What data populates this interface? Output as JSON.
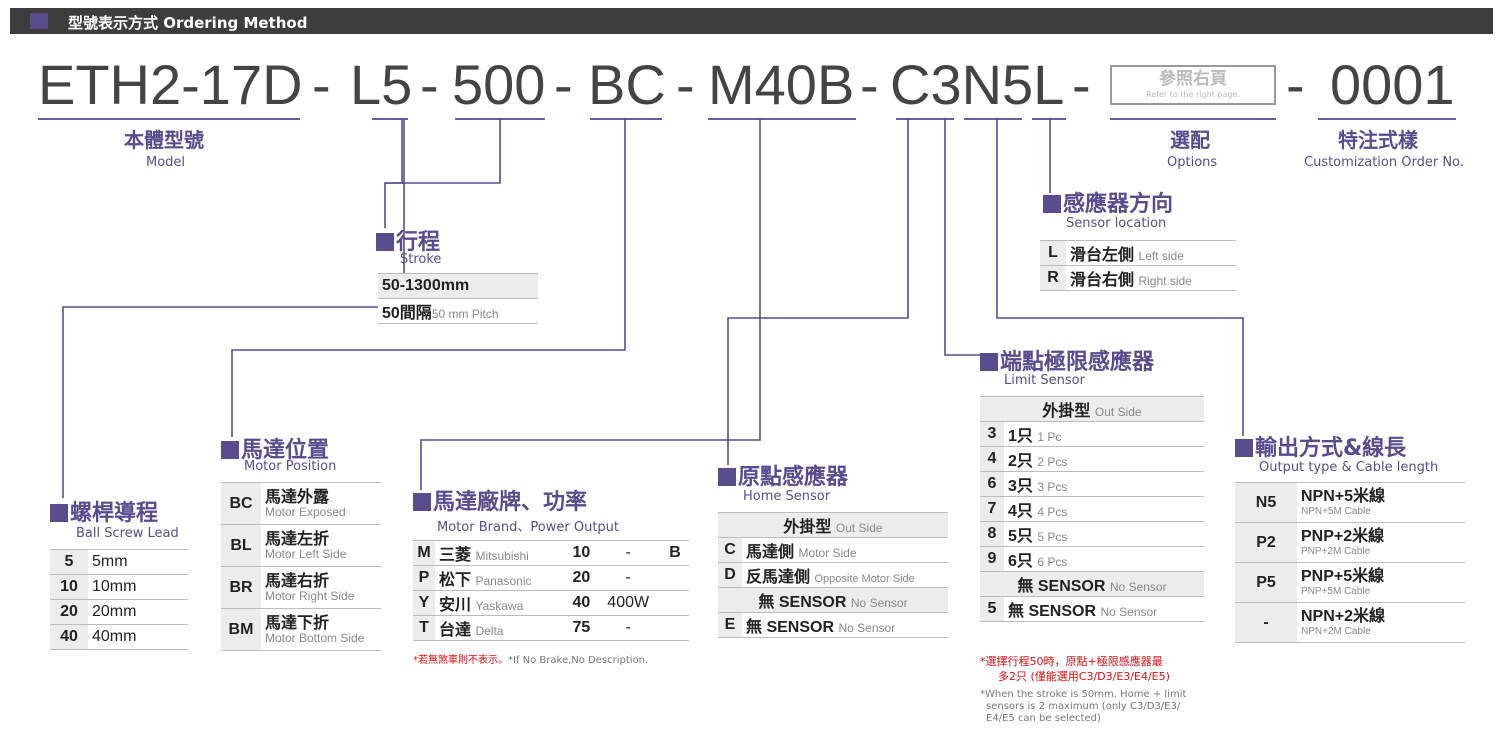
{
  "header": {
    "title": "型號表示方式 Ordering Method"
  },
  "code": {
    "model": "ETH2-17D",
    "dash1": "-",
    "lead": "L5",
    "dash2": "-",
    "stroke": "500",
    "dash3": "-",
    "position": "BC",
    "dash4": "-",
    "motor": "M40B",
    "dash5": "-",
    "sensors": "C3N5L",
    "dash6": "-",
    "dash7": "-",
    "order": "0001"
  },
  "ref_box": {
    "cn": "參照右頁",
    "en": "Refer to the right page."
  },
  "labels": {
    "model_cn": "本體型號",
    "model_en": "Model",
    "options_cn": "選配",
    "options_en": "Options",
    "custom_cn": "特注式樣",
    "custom_en": "Customization Order No."
  },
  "sensor_location": {
    "title": "感應器方向",
    "sub": "Sensor location",
    "rows": [
      {
        "code": "L",
        "cn": "滑台左側",
        "en": "Left side"
      },
      {
        "code": "R",
        "cn": "滑台右側",
        "en": "Right side"
      }
    ]
  },
  "stroke": {
    "title": "行程",
    "sub": "Stroke",
    "range": "50-1300mm",
    "pitch_cn": "50間隔",
    "pitch_en": "50 mm Pitch"
  },
  "limit_sensor": {
    "title": "端點極限感應器",
    "sub": "Limit Sensor",
    "header_cn": "外掛型",
    "header_en": "Out Side",
    "rows": [
      {
        "code": "3",
        "cn": "1只",
        "en": "1 Pc"
      },
      {
        "code": "4",
        "cn": "2只",
        "en": "2 Pcs"
      },
      {
        "code": "6",
        "cn": "3只",
        "en": "3 Pcs"
      },
      {
        "code": "7",
        "cn": "4只",
        "en": "4 Pcs"
      },
      {
        "code": "8",
        "cn": "5只",
        "en": "5 Pcs"
      },
      {
        "code": "9",
        "cn": "6只",
        "en": "6 Pcs"
      }
    ],
    "none_header_cn": "無 SENSOR",
    "none_header_en": "No Sensor",
    "none_code": "5",
    "none_cn": "無 SENSOR",
    "none_en": "No Sensor",
    "note_red_1": "*選擇行程50時，原點+極限感應器最",
    "note_red_2": "多2只 (僅能選用C3/D3/E3/E4/E5)",
    "note_gray_1": "*When the stroke is 50mm, Home + limit",
    "note_gray_2": "sensors is 2 maximum (only C3/D3/E3/",
    "note_gray_3": "E4/E5 can be selected)"
  },
  "motor_position": {
    "title": "馬達位置",
    "sub": "Motor Position",
    "rows": [
      {
        "code": "BC",
        "cn": "馬達外露",
        "en": "Motor Exposed"
      },
      {
        "code": "BL",
        "cn": "馬達左折",
        "en": "Motor Left Side"
      },
      {
        "code": "BR",
        "cn": "馬達右折",
        "en": "Motor Right Side"
      },
      {
        "code": "BM",
        "cn": "馬達下折",
        "en": "Motor Bottom Side"
      }
    ]
  },
  "motor_brand": {
    "title": "馬達廠牌、功率",
    "sub": "Motor Brand、Power Output",
    "rows": [
      {
        "code": "M",
        "cn": "三菱",
        "en": "Mitsubishi",
        "size": "10",
        "power": "-",
        "brake": "B"
      },
      {
        "code": "P",
        "cn": "松下",
        "en": "Panasonic",
        "size": "20",
        "power": "-",
        "brake": ""
      },
      {
        "code": "Y",
        "cn": "安川",
        "en": "Yaskawa",
        "size": "40",
        "power": "400W",
        "brake": ""
      },
      {
        "code": "T",
        "cn": "台達",
        "en": "Delta",
        "size": "75",
        "power": "-",
        "brake": ""
      }
    ],
    "note_red": "*若無煞車則不表示。",
    "note_gray": "*If No Brake,No Description."
  },
  "home_sensor": {
    "title": "原點感應器",
    "sub": "Home Sensor",
    "header_cn": "外掛型",
    "header_en": "Out Side",
    "rows": [
      {
        "code": "C",
        "cn": "馬達側",
        "en": "Motor Side"
      },
      {
        "code": "D",
        "cn": "反馬達側",
        "en": "Opposite Motor Side"
      }
    ],
    "none_header_cn": "無 SENSOR",
    "none_header_en": "No Sensor",
    "none_code": "E",
    "none_cn": "無 SENSOR",
    "none_en": "No Sensor"
  },
  "ball_screw": {
    "title": "螺桿導程",
    "sub": "Ball Screw Lead",
    "rows": [
      {
        "code": "5",
        "value": "5mm"
      },
      {
        "code": "10",
        "value": "10mm"
      },
      {
        "code": "20",
        "value": "20mm"
      },
      {
        "code": "40",
        "value": "40mm"
      }
    ]
  },
  "output_type": {
    "title": "輸出方式&線長",
    "sub": "Output type & Cable length",
    "rows": [
      {
        "code": "N5",
        "cn": "NPN+5米線",
        "en": "NPN+5M Cable"
      },
      {
        "code": "P2",
        "cn": "PNP+2米線",
        "en": "PNP+2M Cable"
      },
      {
        "code": "P5",
        "cn": "PNP+5米線",
        "en": "PNP+5M Cable"
      },
      {
        "code": "-",
        "cn": "NPN+2米線",
        "en": "NPN+2M Cable"
      }
    ]
  }
}
